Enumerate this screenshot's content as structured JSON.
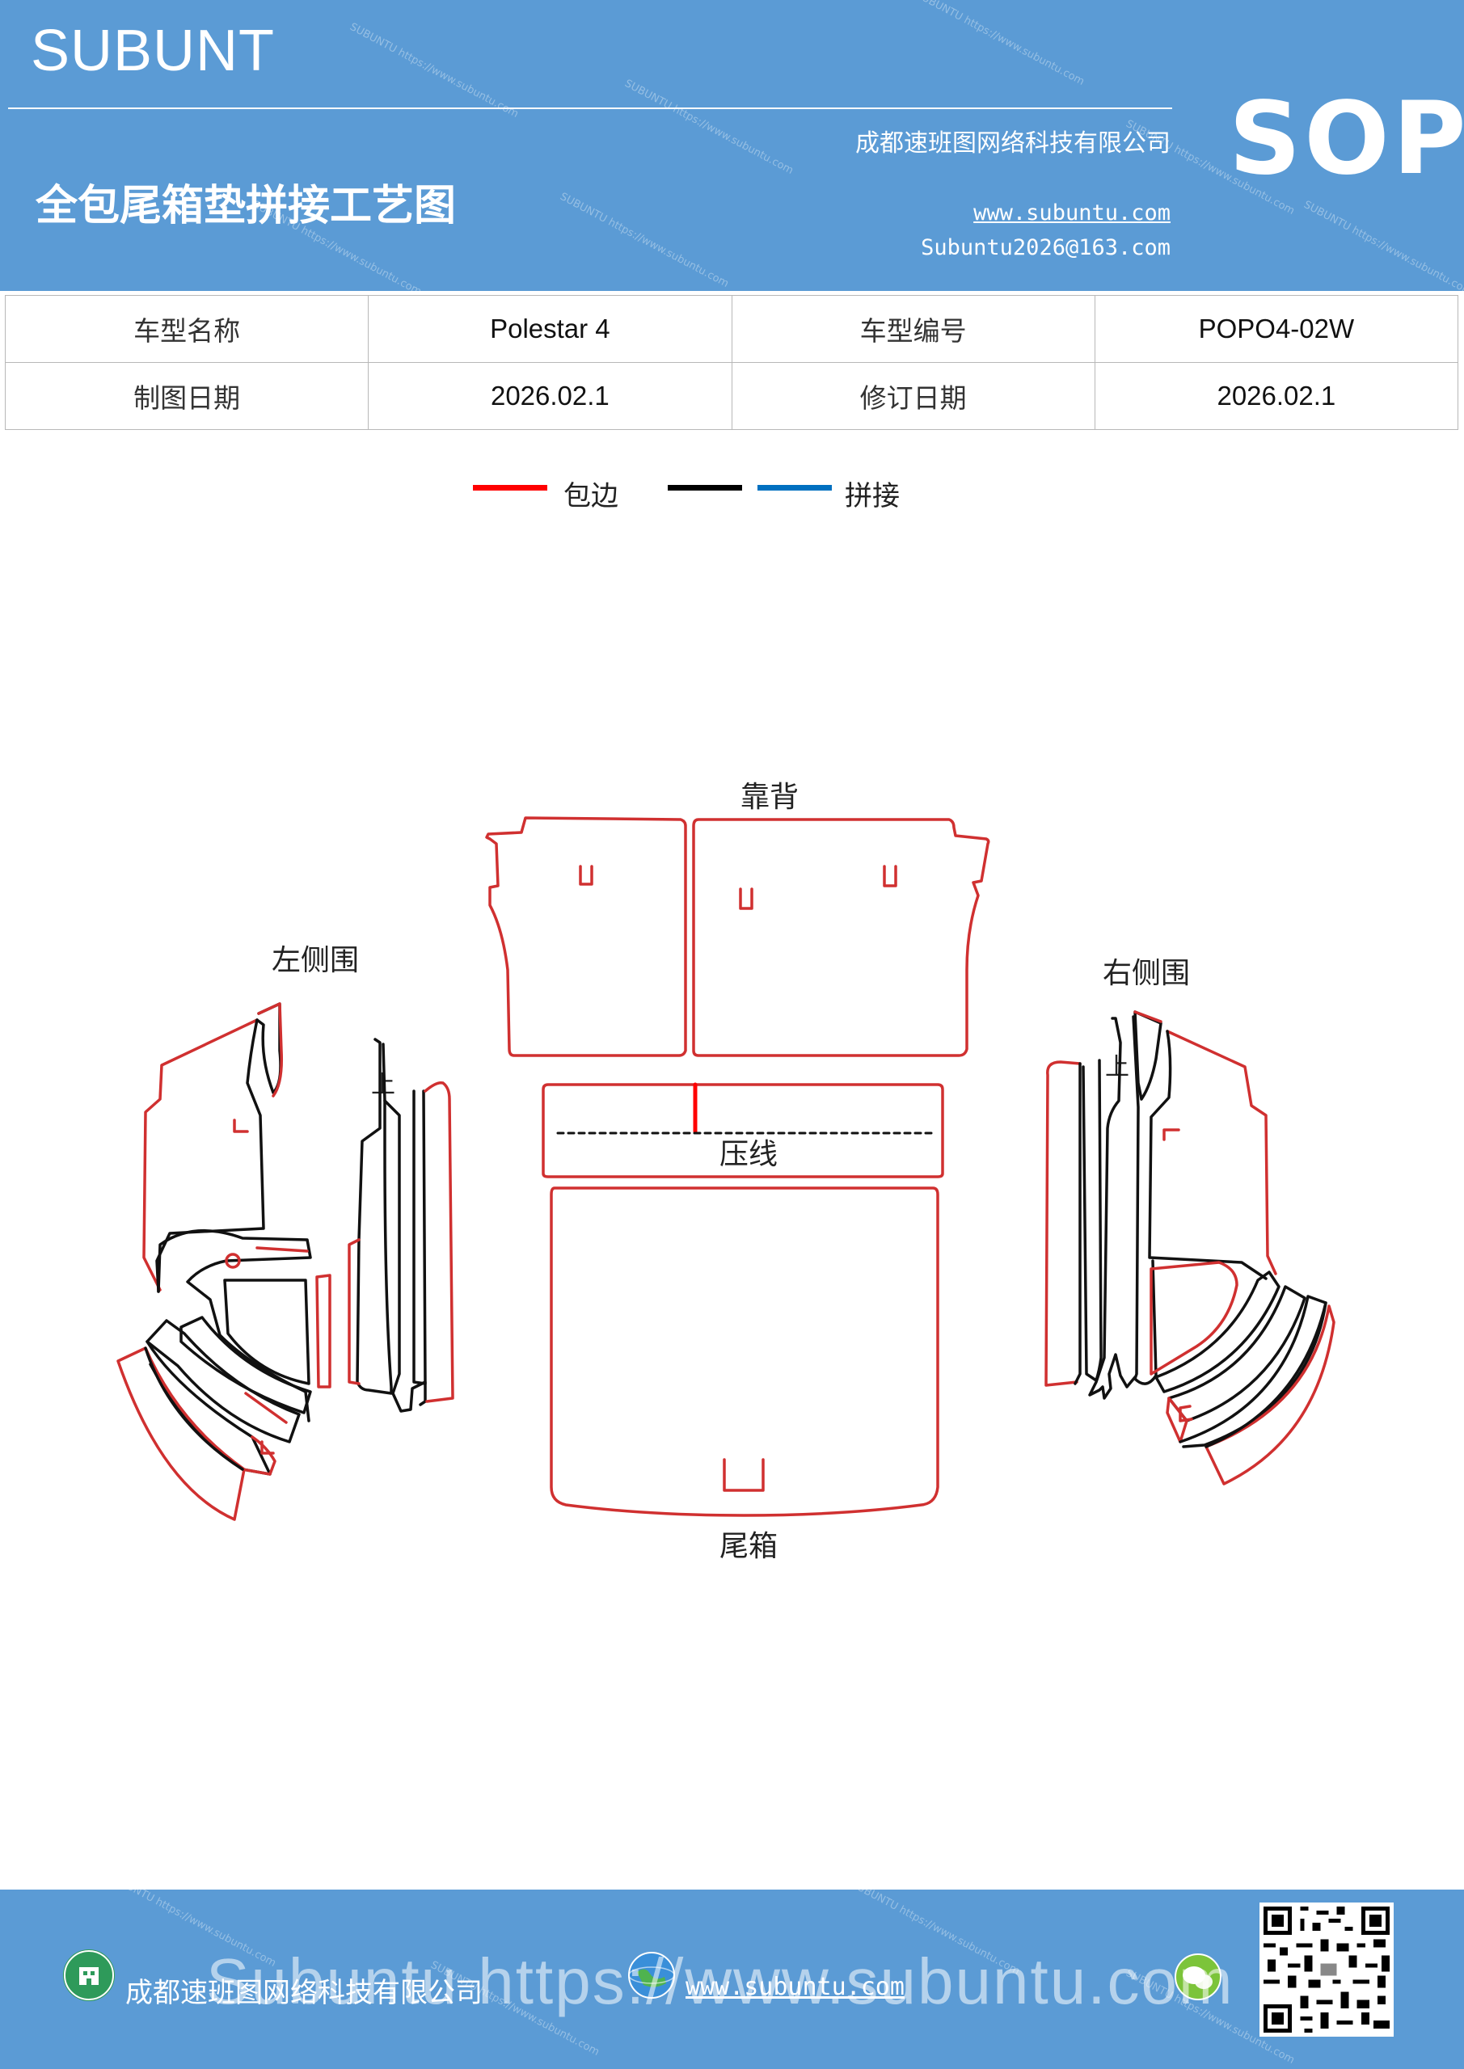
{
  "header": {
    "brand": "SUBUNT",
    "title": "全包尾箱垫拼接工艺图",
    "company": "成都速班图网络科技有限公司",
    "website": "www.subuntu.com",
    "email": "Subuntu2026@163.com",
    "badge": "SOP"
  },
  "info_table": {
    "model_name_label": "车型名称",
    "model_name_value": "Polestar  4",
    "model_code_label": "车型编号",
    "model_code_value": "POPO4-02W",
    "draw_date_label": "制图日期",
    "draw_date_value": "2026.02.1",
    "revise_date_label": "修订日期",
    "revise_date_value": "2026.02.1"
  },
  "legend": {
    "items": [
      {
        "label": "包边",
        "color": "#ff0000"
      },
      {
        "label": "",
        "color": "#000000"
      },
      {
        "label": "拼接",
        "color": "#0070c0"
      }
    ]
  },
  "diagram": {
    "backrest_label": "靠背",
    "left_side_label": "左侧围",
    "right_side_label": "右侧围",
    "crease_label": "压线",
    "trunk_label": "尾箱",
    "up_mark_left": "上",
    "up_mark_right": "上",
    "edge_color": "#d03030",
    "seam_color": "#111111"
  },
  "footer": {
    "company": "成都速班图网络科技有限公司",
    "website": "www.subuntu.com",
    "overlay_text": "Subuntu https://www.subuntu.com"
  }
}
